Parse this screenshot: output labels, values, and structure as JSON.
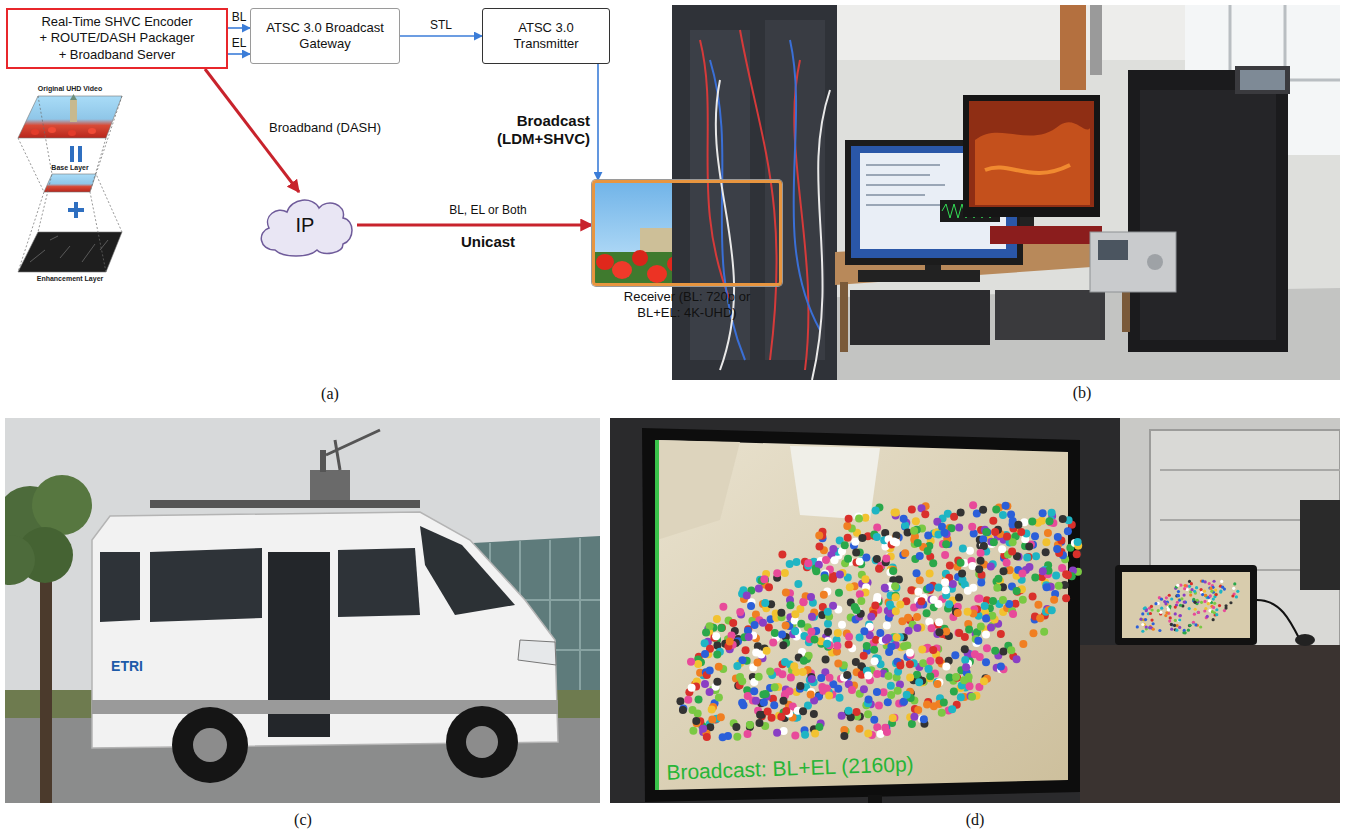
{
  "diagram": {
    "nodes": [
      {
        "text": [
          "Real-Time SHVC Encoder + ROUTE/DASH Packager + Broadband Server"
        ]
      },
      {
        "text": [
          "ATSC 3.0 Broadcast Gateway"
        ]
      },
      {
        "text": [
          "ATSC 3.0 Transmitter"
        ]
      },
      {
        "text": [
          "IP"
        ]
      },
      {
        "text": [
          "Receiver (BL: 720p or BL+EL: 4K-UHD)"
        ]
      }
    ],
    "edges": [
      {
        "from": 0,
        "to": 1,
        "label": "BL",
        "arrow": "to"
      },
      {
        "from": 0,
        "to": 1,
        "label": "EL",
        "arrow": "to"
      },
      {
        "from": 1,
        "to": 2,
        "label": "STL",
        "arrow": "to"
      },
      {
        "from": 2,
        "to": 4,
        "label": "Broadcast (LDM+SHVC)",
        "arrow": "to"
      },
      {
        "from": 0,
        "to": 3,
        "label": "Broadband (DASH)",
        "arrow": "to"
      },
      {
        "from": 3,
        "to": 4,
        "label": "BL, EL or Both",
        "arrow": "to"
      }
    ],
    "labels": [
      "Original UHD Video",
      "Base Layer",
      "Enhancement Layer",
      "Unicast",
      "(a)",
      "(b)",
      "ETRI",
      "(c)",
      "Broadcast: BL+EL (2160p)",
      "(d)"
    ]
  }
}
